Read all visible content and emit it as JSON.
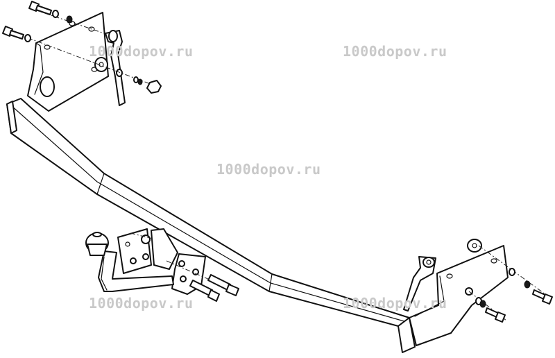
{
  "watermarks": [
    "1000dopov.ru",
    "1000dopov.ru",
    "1000dopov.ru",
    "1000dopov.ru",
    "1000dopov.ru"
  ],
  "colors": {
    "line": "#111111",
    "watermark": "#c9c9c9",
    "background": "#ffffff"
  }
}
